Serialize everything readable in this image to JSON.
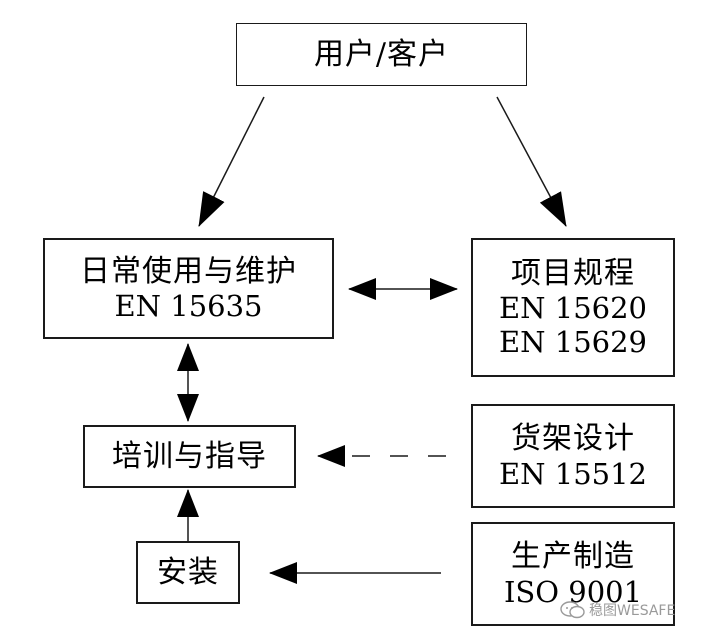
{
  "customer": {
    "label": "用户/客户"
  },
  "daily_use": {
    "title": "日常使用与维护",
    "standard": "EN 15635"
  },
  "project_spec": {
    "title": "项目规程",
    "standards": [
      "EN 15620",
      "EN 15629"
    ]
  },
  "training": {
    "label": "培训与指导"
  },
  "rack_design": {
    "title": "货架设计",
    "standard": "EN 15512"
  },
  "installation": {
    "label": "安装"
  },
  "manufacturing": {
    "title": "生产制造",
    "standard": "ISO 9001"
  },
  "watermark": {
    "text": "稳图WESAFE",
    "icon": "wechat-icon"
  },
  "colors": {
    "stroke": "#1a1a1a",
    "watermark": "#9a9a9a"
  }
}
